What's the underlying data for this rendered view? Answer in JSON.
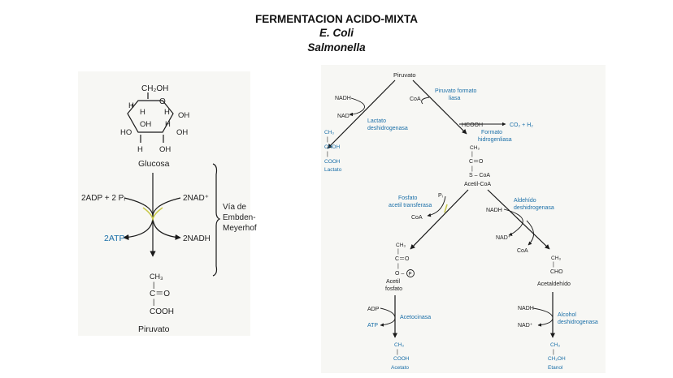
{
  "title": {
    "line1": "FERMENTACION ACIDO-MIXTA",
    "line2": "E. Coli",
    "line3": "Salmonella"
  },
  "left": {
    "glucose": {
      "name": "Glucosa",
      "ch2oh": "CH₂OH",
      "o": "O",
      "h": "H",
      "oh": "OH",
      "ho": "HO"
    },
    "input_left": "2ADP + 2 Pᵢ",
    "input_right": "2NAD⁺",
    "output_left": "2ATP",
    "output_right": "2NADH",
    "pathway": [
      "Vía de",
      "Embden-",
      "Meyerhof"
    ],
    "pyruvate": {
      "ch3": "CH₃",
      "bar": "|",
      "co": "C＝O",
      "cooh": "COOH",
      "name": "Piruvato"
    }
  },
  "right": {
    "piruvato": "Piruvato",
    "nadh": "NADH",
    "nad": "NAD⁺",
    "lactato_enzyme": [
      "Lactato",
      "deshidrogenasa"
    ],
    "coa": "CoA",
    "pfl_enzyme": [
      "Piruvato formato",
      "liasa"
    ],
    "hcooh": "HCOOH",
    "co2h2": "CO₂ + H₂",
    "fhl_enzyme": [
      "Formato",
      "hidrogenliasa"
    ],
    "lactato": [
      "CH₃",
      "|",
      "CHOH",
      "|",
      "COOH",
      "Lactato"
    ],
    "acetilcoa": [
      "CH₃",
      "|",
      "C＝O",
      "|",
      "S – CoA",
      "Acetil-CoA"
    ],
    "pta_enzyme": [
      "Fosfato",
      "acetil transferasa"
    ],
    "pi": "Pᵢ",
    "coa2": "CoA",
    "ald_enzyme": [
      "Aldehído",
      "deshidrogenasa"
    ],
    "nadh2": "NADH",
    "nad2": "NAD⁺",
    "coa3": "CoA",
    "acetilfosfato": [
      "CH₃",
      "|",
      "C＝O",
      "|",
      "O –",
      "P",
      "Acetil",
      "fosfato"
    ],
    "acetaldehido": [
      "CH₃",
      "|",
      "CHO",
      "Acetaldehído"
    ],
    "adp": "ADP",
    "atp": "ATP",
    "ack_enzyme": "Acetocinasa",
    "nadh3": "NADH",
    "nad3": "NAD⁺",
    "adh_enzyme": [
      "Alcohol",
      "deshidrogenasa"
    ],
    "acetato": [
      "CH₃",
      "|",
      "COOH",
      "Acetato"
    ],
    "etanol": [
      "CH₃",
      "|",
      "CH₂OH",
      "Etanol"
    ]
  },
  "colors": {
    "text": "#1e1e1e",
    "enzyme": "#1a6fa8",
    "highlight": "#c9c94a"
  }
}
